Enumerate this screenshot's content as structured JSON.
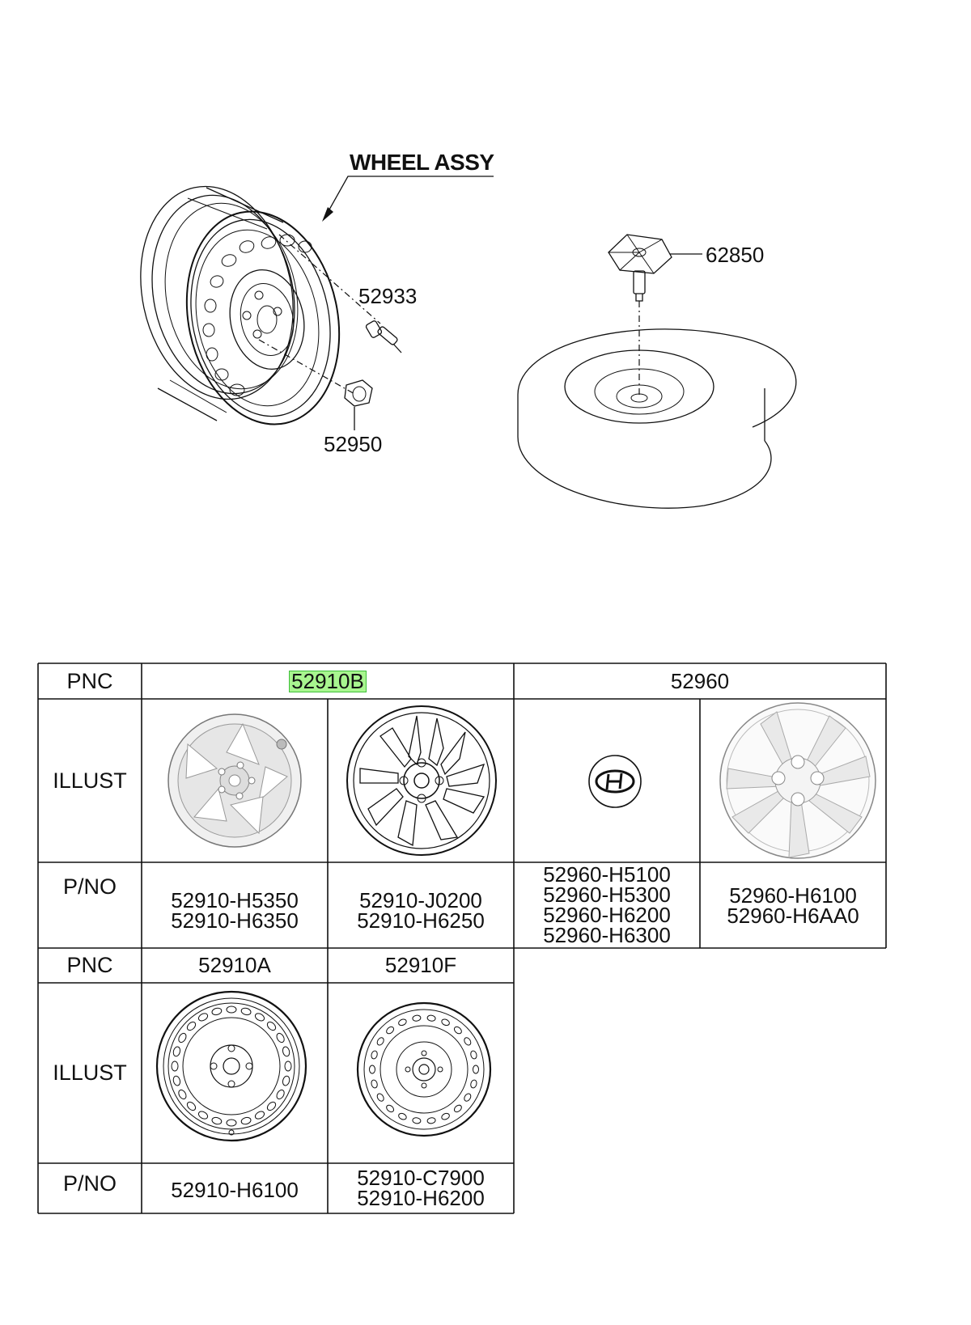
{
  "diagram": {
    "title": "WHEEL ASSY",
    "callouts": {
      "valve": "52933",
      "nut": "52950",
      "spare_holder": "62850"
    }
  },
  "table": {
    "upper": {
      "pnc_label": "PNC",
      "illust_label": "ILLUST",
      "pno_label": "P/NO",
      "groups": [
        {
          "pnc": "52910B",
          "highlighted": true
        },
        {
          "pnc": "52960",
          "highlighted": false
        }
      ],
      "items": [
        {
          "icon": "alloy-wheel-5-spoke-icon",
          "pno": [
            "52910-H5350",
            "52910-H6350"
          ]
        },
        {
          "icon": "alloy-wheel-10-spoke-icon",
          "pno": [
            "52910-J0200",
            "52910-H6250"
          ]
        },
        {
          "icon": "hub-cap-logo-icon",
          "pno": [
            "52960-H5100",
            "52960-H5300",
            "52960-H6200",
            "52960-H6300"
          ]
        },
        {
          "icon": "wheel-cover-icon",
          "pno": [
            "52960-H6100",
            "52960-H6AA0"
          ]
        }
      ]
    },
    "lower": {
      "pnc_label": "PNC",
      "illust_label": "ILLUST",
      "pno_label": "P/NO",
      "items": [
        {
          "pnc": "52910A",
          "icon": "steel-wheel-icon",
          "pno": [
            "52910-H6100"
          ]
        },
        {
          "pnc": "52910F",
          "icon": "steel-wheel-small-icon",
          "pno": [
            "52910-C7900",
            "52910-H6200"
          ]
        }
      ]
    }
  },
  "colors": {
    "highlight_fill": "#a8f58f",
    "highlight_border": "#3fbf3a",
    "line": "#111111"
  }
}
